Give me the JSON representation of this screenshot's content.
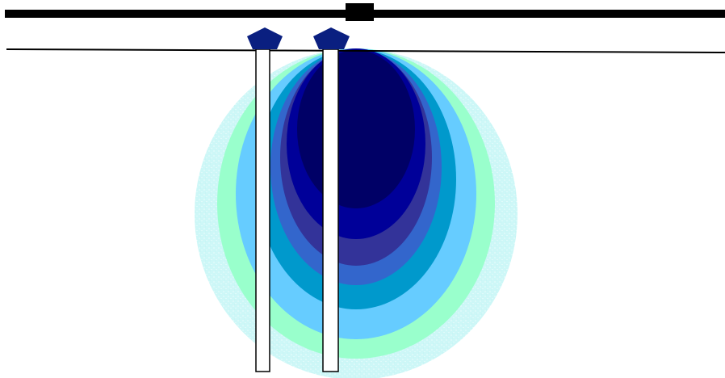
{
  "diagram": {
    "type": "electrode-current-distribution",
    "electrode_count": 2,
    "contour_level_count": 8,
    "colors": {
      "background": "#ffffff",
      "line": "#000000",
      "electrode_fill": "#ffffff",
      "electrode_outline": "#000000",
      "electrode_cap": "#0a1f80",
      "contours_outer_to_inner": [
        "#ccf6f6",
        "#99ffcc",
        "#66ccff",
        "#0099cc",
        "#3366cc",
        "#333399",
        "#000099",
        "#000066"
      ]
    }
  }
}
